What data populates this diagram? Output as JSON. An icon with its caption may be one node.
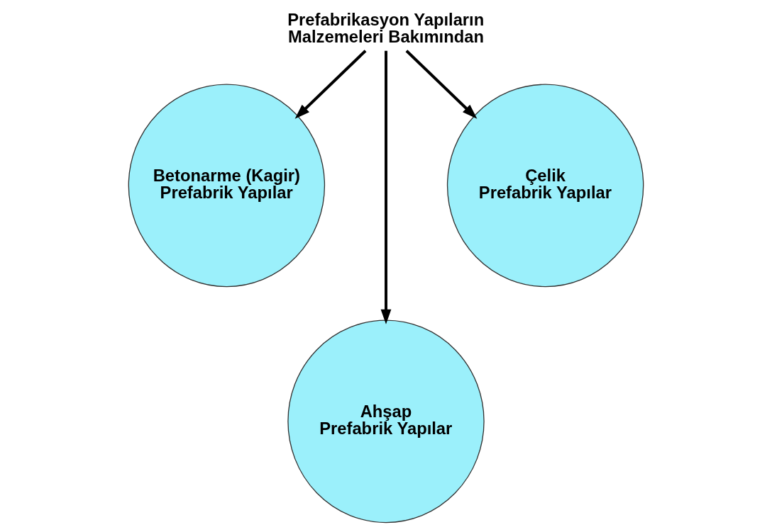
{
  "diagram": {
    "nodes": [
      {
        "text": [
          "Prefabrikasyon Yapıların Malzemeleri Bakımından"
        ]
      },
      {
        "text": [
          "Betonarme (Kagir) Prefabrik Yapılar"
        ]
      },
      {
        "text": [
          "Ahşap Prefabrik Yapılar"
        ]
      },
      {
        "text": [
          "Çelik Prefabrik Yapılar"
        ]
      }
    ],
    "edges": [
      {
        "from": 0,
        "to": 1,
        "arrow": "to"
      },
      {
        "from": 0,
        "to": 2,
        "arrow": "to"
      },
      {
        "from": 0,
        "to": 3,
        "arrow": "to"
      }
    ]
  }
}
